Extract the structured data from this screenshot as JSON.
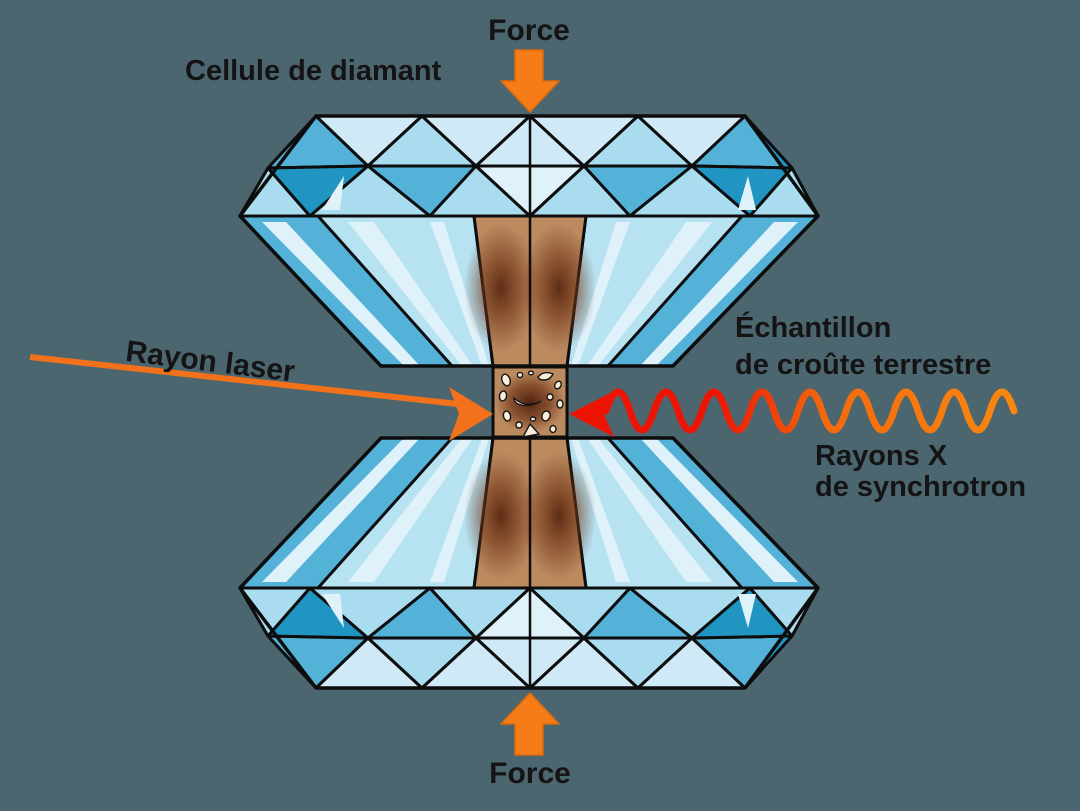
{
  "labels": {
    "cell": "Cellule de diamant",
    "force_top": "Force",
    "force_bottom": "Force",
    "laser": "Rayon laser",
    "sample_line1": "Échantillon",
    "sample_line2": "de croûte terrestre",
    "xray_line1": "Rayons X",
    "xray_line2": "de synchrotron"
  },
  "colors": {
    "background": "#4c6670",
    "outline": "#0d0d0d",
    "text": "#141414",
    "arrow_orange": "#f57c17",
    "laser_orange": "#f4711b",
    "xray_red": "#ec1505",
    "xray_orange": "#f8870f",
    "diamond_pale": "#cfeaf6",
    "diamond_light": "#a9dcee",
    "diamond_medium": "#54b1d8",
    "diamond_dark": "#2095c2",
    "diamond_streak": "#dff2fa",
    "pavilion_light": "#b6e2f2",
    "gasket_brown": "#bb8a5f",
    "gasket_hot_spot": "#6f3417",
    "sample_dark_center": "#471d0a",
    "sample_speckle": "#f9eddb"
  }
}
